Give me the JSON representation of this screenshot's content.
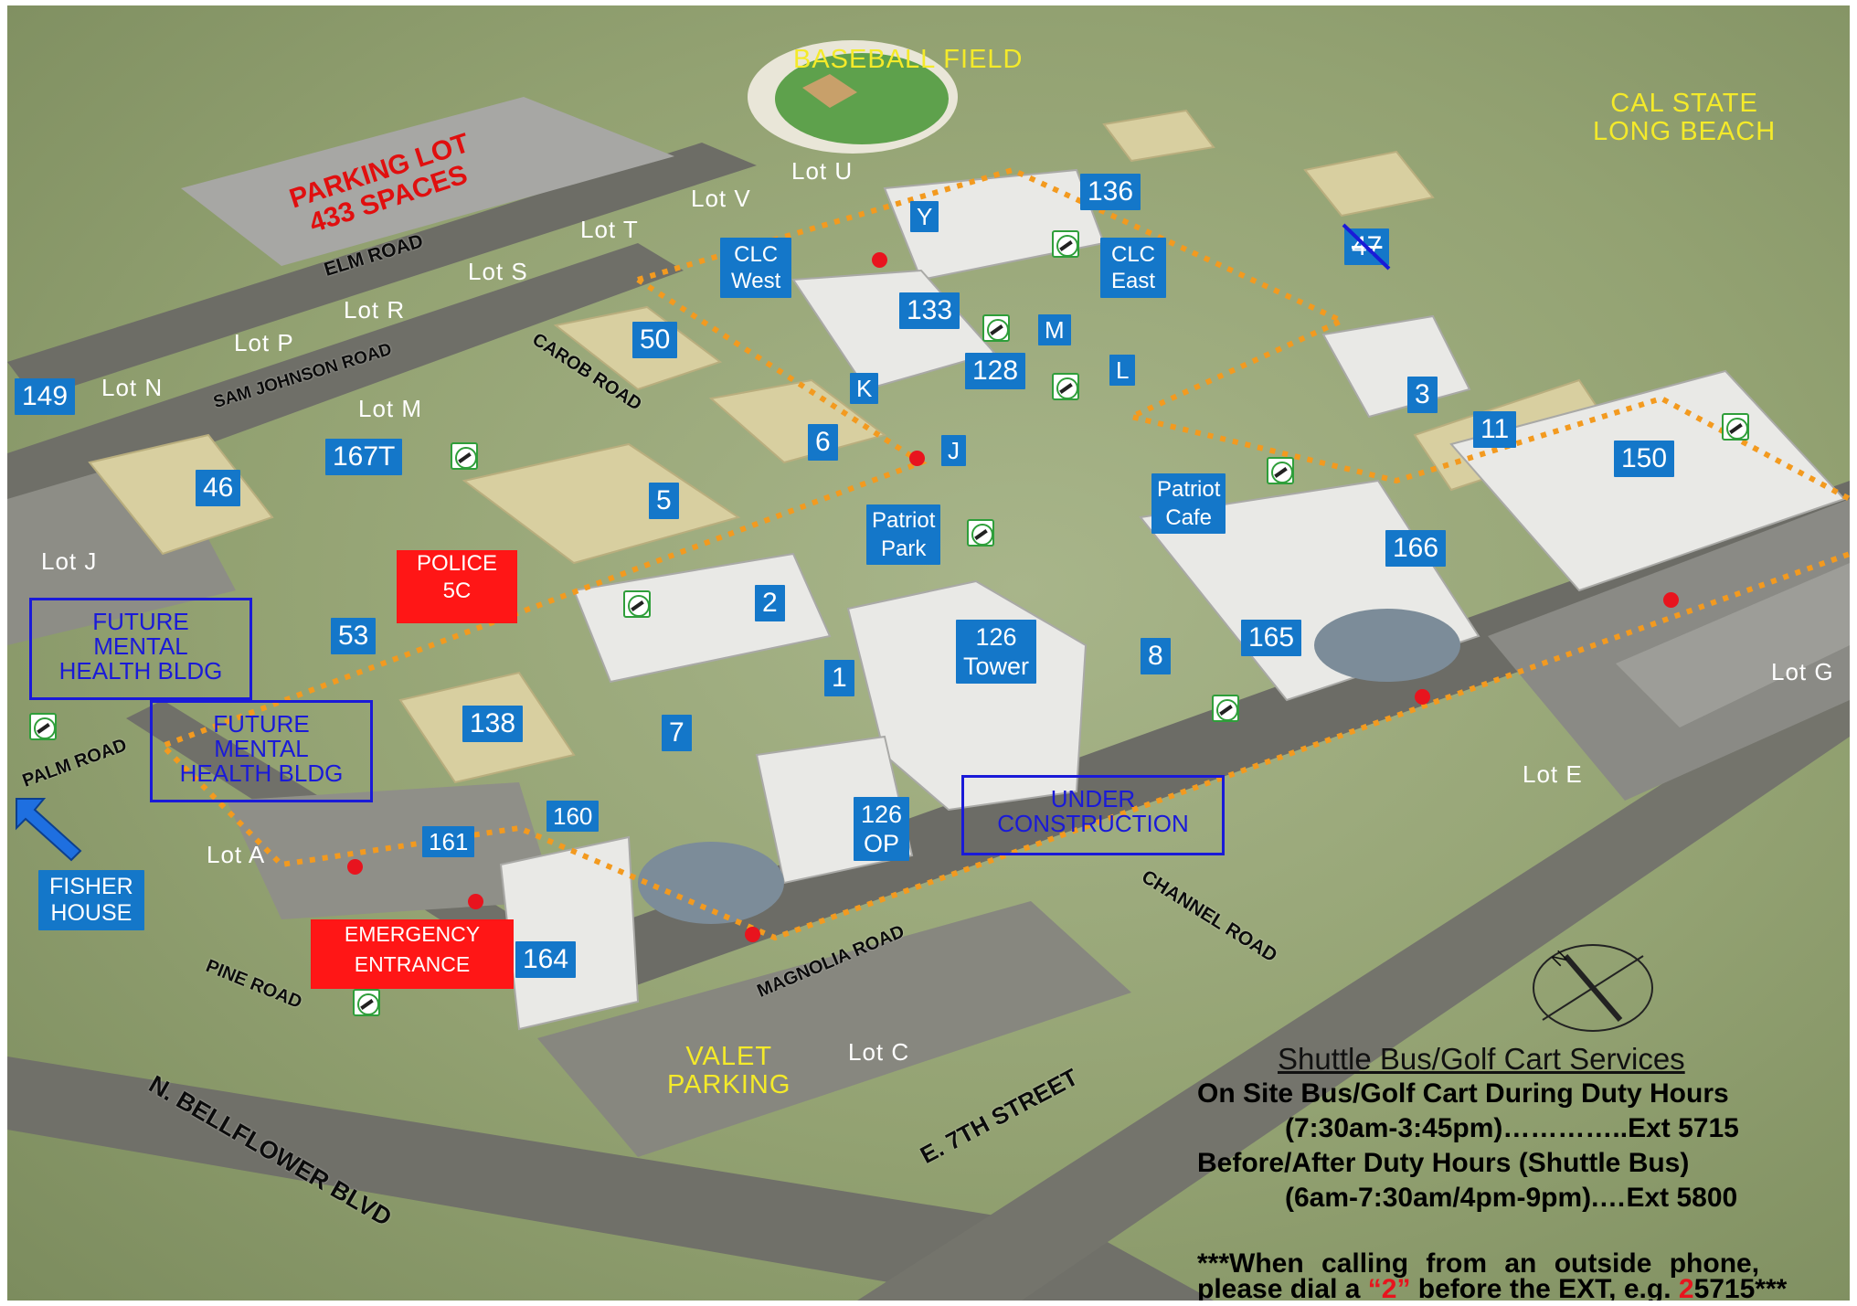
{
  "labels": {
    "baseball_field": "BASEBALL FIELD",
    "cal_state": [
      "CAL STATE",
      "LONG BEACH"
    ],
    "parking_lot": [
      "PARKING LOT",
      "433 SPACES"
    ],
    "valet": [
      "VALET",
      "PARKING"
    ],
    "fisher_house": [
      "FISHER",
      "HOUSE"
    ]
  },
  "lots": {
    "u": "Lot U",
    "v": "Lot V",
    "t": "Lot T",
    "s": "Lot S",
    "r": "Lot R",
    "p": "Lot P",
    "n": "Lot N",
    "m": "Lot M",
    "j": "Lot J",
    "a": "Lot A",
    "c": "Lot C",
    "e": "Lot E",
    "g": "Lot G"
  },
  "roads": {
    "elm": "ELM ROAD",
    "sam_johnson": "SAM JOHNSON ROAD",
    "carob": "CAROB ROAD",
    "palm": "PALM ROAD",
    "pine": "PINE ROAD",
    "bellflower": "N. BELLFLOWER BLVD",
    "magnolia": "MAGNOLIA ROAD",
    "seventh": "E. 7TH STREET",
    "channel": "CHANNEL ROAD"
  },
  "buildings": {
    "b136": "136",
    "b47": "47",
    "y": "Y",
    "clc_west": [
      "CLC",
      "West"
    ],
    "clc_east": [
      "CLC",
      "East"
    ],
    "b133": "133",
    "m": "M",
    "b50": "50",
    "b128": "128",
    "l": "L",
    "k": "K",
    "b3": "3",
    "b149": "149",
    "b6": "6",
    "j": "J",
    "b11": "11",
    "b150": "150",
    "b167t": "167T",
    "b46": "46",
    "b5": "5",
    "patriot_park": [
      "Patriot",
      "Park"
    ],
    "patriot_cafe": [
      "Patriot",
      "Cafe"
    ],
    "b166": "166",
    "b2": "2",
    "b53": "53",
    "b126_tower": [
      "126",
      "Tower"
    ],
    "b165": "165",
    "b8": "8",
    "b1": "1",
    "b138": "138",
    "b7": "7",
    "b160": "160",
    "b126_op": [
      "126",
      "OP"
    ],
    "b161": "161",
    "b164": "164"
  },
  "red_boxes": {
    "police": [
      "POLICE",
      "5C"
    ],
    "emergency": [
      "EMERGENCY",
      "ENTRANCE"
    ]
  },
  "blue_frames": {
    "future_mh_1": [
      "FUTURE",
      "MENTAL",
      "HEALTH BLDG"
    ],
    "future_mh_2": [
      "FUTURE",
      "MENTAL",
      "HEALTH BLDG"
    ],
    "under_construction": [
      "UNDER",
      "CONSTRUCTION"
    ]
  },
  "compass": "N",
  "shuttle": {
    "title": "Shuttle Bus/Golf Cart Services",
    "line1": "On Site Bus/Golf Cart During Duty Hours",
    "line2": "(7:30am-3:45pm)…………..Ext 5715",
    "line3": "Before/After Duty Hours (Shuttle Bus)",
    "line4": "(6am-7:30am/4pm-9pm).…Ext 5800",
    "note_line1": "***When calling from an outside phone,",
    "note_prefix": "please dial a ",
    "note_quote": "“2”",
    "note_mid": " before the EXT, e.g. ",
    "note_digit": "2",
    "note_suffix": "5715***"
  },
  "colors": {
    "building_marker": "#1477c9",
    "red_marker": "#ff1616",
    "route": "#f39a1f",
    "highlight_text": "#f4ea2a",
    "frame": "#1a1ad8"
  }
}
